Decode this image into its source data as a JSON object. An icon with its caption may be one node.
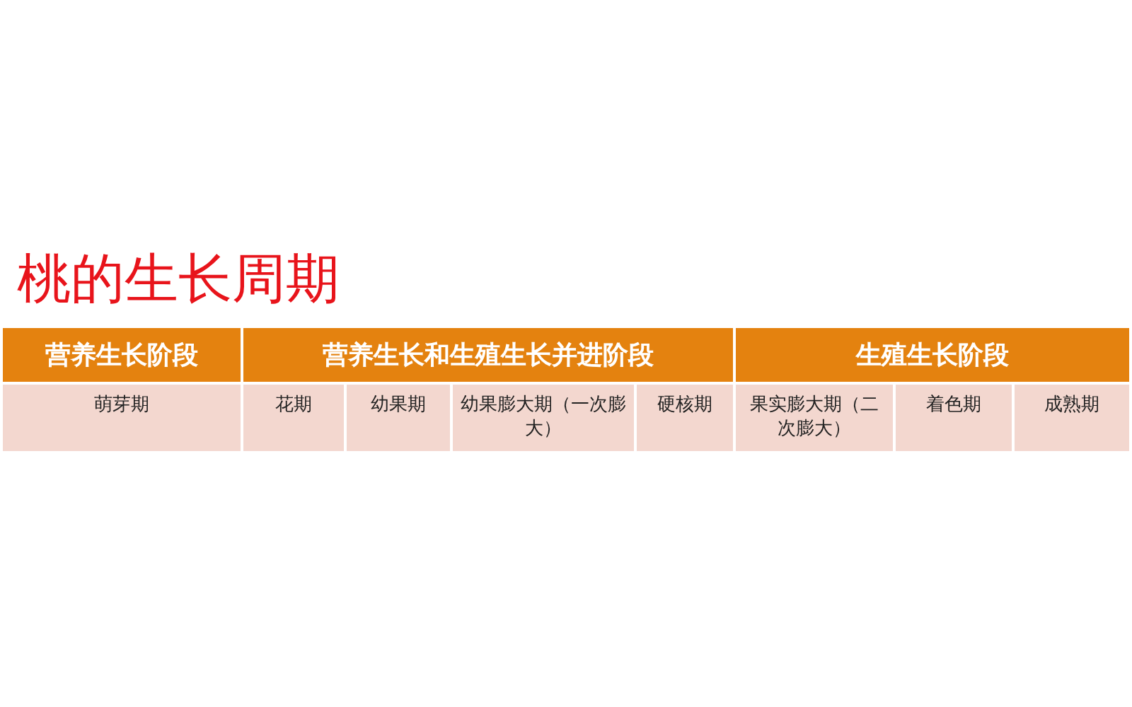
{
  "diagram": {
    "title": "桃的生长周期",
    "labels": [
      "营养生长阶段",
      "营养生长和生殖生长并进阶段",
      "生殖生长阶段",
      "萌芽期",
      "花期",
      "幼果期",
      "幼果膨大期（一次膨大）",
      "硬核期",
      "果实膨大期（二次膨大）",
      "着色期",
      "成熟期"
    ]
  }
}
